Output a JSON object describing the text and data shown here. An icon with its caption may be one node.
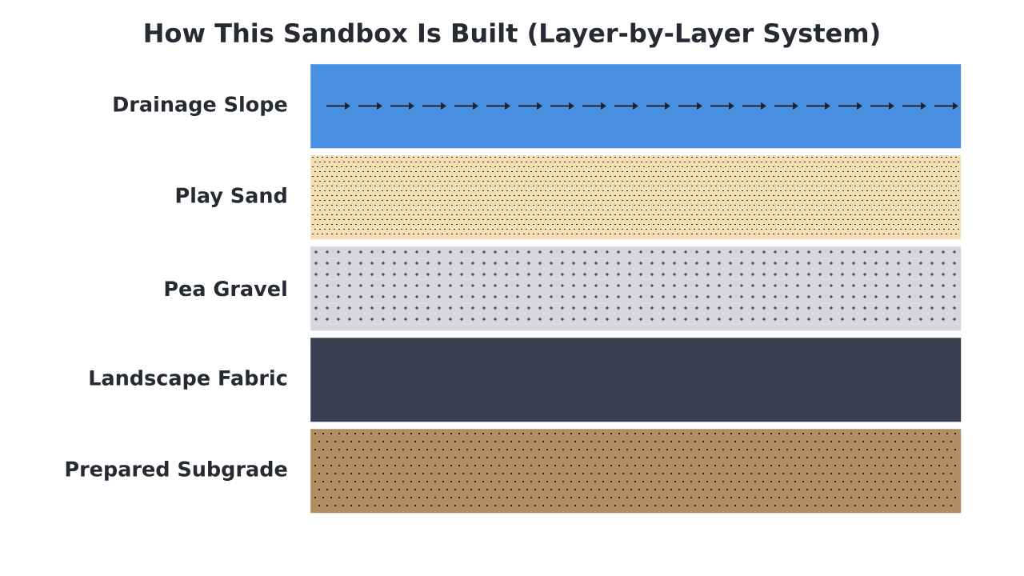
{
  "diagram": {
    "title": "How This Sandbox Is Built (Layer-by-Layer System)",
    "nodes": [
      {
        "text": [
          "Drainage Slope"
        ]
      },
      {
        "text": [
          "Play Sand"
        ]
      },
      {
        "text": [
          "Pea Gravel"
        ]
      },
      {
        "text": [
          "Landscape Fabric"
        ]
      },
      {
        "text": [
          "Prepared Subgrade"
        ]
      }
    ]
  }
}
